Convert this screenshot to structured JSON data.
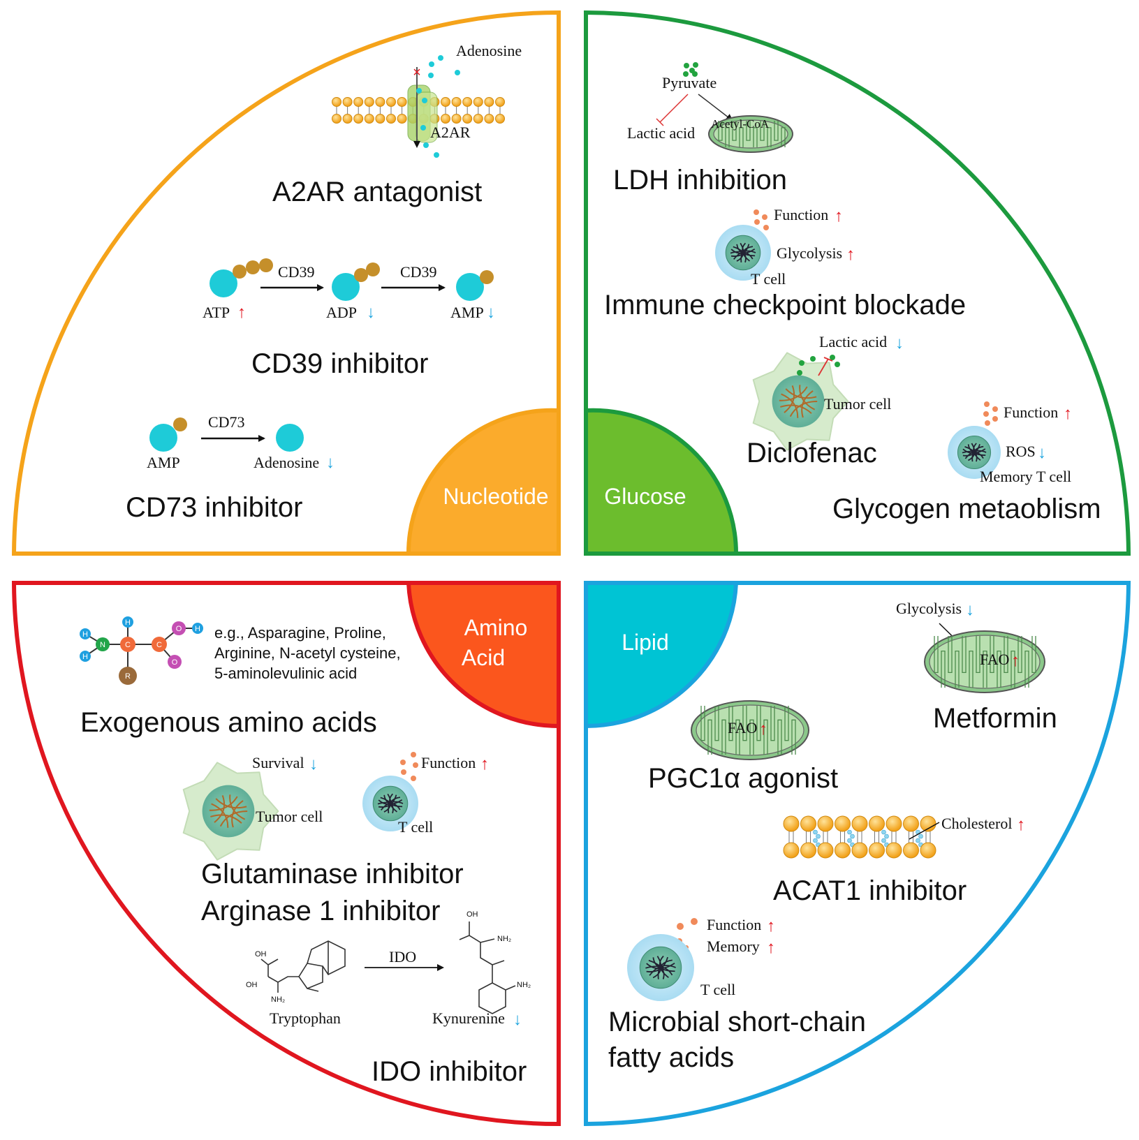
{
  "colors": {
    "nucleotide": "#f5a31a",
    "nucleotide_hub": "#fbab2c",
    "glucose": "#1c9a3e",
    "glucose_hub": "#6cbd2d",
    "amino": "#e0161f",
    "amino_hub": "#fb561d",
    "lipid": "#1ba3de",
    "lipid_hub": "#00c4d4",
    "cyan_molecule": "#1ecbd8",
    "up_arrow": "#e0161f",
    "down_arrow": "#1ba3de"
  },
  "hubs": {
    "nucleotide": "Nucleotide",
    "glucose": "Glucose",
    "amino_line1": "Amino",
    "amino_line2": "Acid",
    "lipid": "Lipid"
  },
  "nucleotide": {
    "a2ar": {
      "adenosine": "Adenosine",
      "receptor": "A2AR",
      "title": "A2AR antagonist"
    },
    "cd39": {
      "atp": "ATP",
      "adp": "ADP",
      "amp": "AMP",
      "enzyme1": "CD39",
      "enzyme2": "CD39",
      "title": "CD39 inhibitor"
    },
    "cd73": {
      "amp": "AMP",
      "adenosine": "Adenosine",
      "enzyme": "CD73",
      "title": "CD73 inhibitor"
    }
  },
  "glucose": {
    "ldh": {
      "pyruvate": "Pyruvate",
      "lactic": "Lactic acid",
      "acetyl": "Acetyl-CoA",
      "title": "LDH inhibition"
    },
    "icb": {
      "function": "Function",
      "glycolysis": "Glycolysis",
      "cell": "T cell",
      "title": "Immune checkpoint blockade"
    },
    "diclofenac": {
      "lactic": "Lactic acid",
      "cell": "Tumor cell",
      "title": "Diclofenac"
    },
    "glycogen": {
      "function": "Function",
      "ros": "ROS",
      "cell": "Memory T cell",
      "title": "Glycogen metaoblism"
    }
  },
  "amino": {
    "exogenous": {
      "line1": "e.g., Asparagine, Proline,",
      "line2": "Arginine, N-acetyl cysteine,",
      "line3": "5-aminolevulinic acid",
      "title": "Exogenous amino acids",
      "atoms": {
        "h": "H",
        "n": "N",
        "c": "C",
        "o": "O",
        "r": "R"
      }
    },
    "glutaminase": {
      "survival": "Survival",
      "tumor": "Tumor cell",
      "function": "Function",
      "tcell": "T cell",
      "title1": "Glutaminase inhibitor",
      "title2": "Arginase 1 inhibitor"
    },
    "ido": {
      "tryptophan": "Tryptophan",
      "kynurenine": "Kynurenine",
      "enzyme": "IDO",
      "title": "IDO inhibitor",
      "oh": "OH",
      "nh2": "NH₂"
    }
  },
  "lipid": {
    "metformin": {
      "glycolysis": "Glycolysis",
      "fao": "FAO",
      "title": "Metformin"
    },
    "pgc": {
      "fao": "FAO",
      "title": "PGC1α agonist"
    },
    "acat": {
      "cholesterol": "Cholesterol",
      "title": "ACAT1 inhibitor"
    },
    "scfa": {
      "function": "Function",
      "memory": "Memory",
      "cell": "T cell",
      "title1": "Microbial short-chain",
      "title2": "fatty acids"
    }
  }
}
